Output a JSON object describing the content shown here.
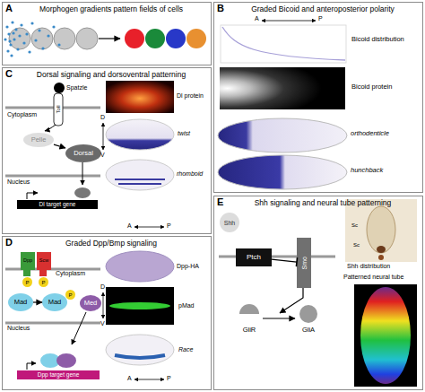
{
  "diagram": {
    "nodes": [
      {
        "text": [
          "A",
          "Morphogen gradients pattern fields of cells"
        ]
      },
      {
        "text": [
          "B",
          "Graded Bicoid and anteroposterior polarity"
        ]
      },
      {
        "text": [
          "C",
          "Dorsal signaling and dorsoventral patterning"
        ]
      },
      {
        "text": [
          "Spatzle"
        ],
        "in": 2
      },
      {
        "text": [
          "Pelle"
        ],
        "in": 2
      },
      {
        "text": [
          "Dorsal"
        ],
        "in": 2
      },
      {
        "text": [
          "Dl target gene"
        ],
        "in": 2
      },
      {
        "text": [
          "D",
          "Graded Dpp/Bmp signaling"
        ]
      },
      {
        "text": [
          "Dpp"
        ],
        "in": 7
      },
      {
        "text": [
          "Scw"
        ],
        "in": 7
      },
      {
        "text": [
          "P"
        ],
        "in": 7
      },
      {
        "text": [
          "P"
        ],
        "in": 7
      },
      {
        "text": [
          "Mad"
        ],
        "in": 7
      },
      {
        "text": [
          "Mad"
        ],
        "in": 7
      },
      {
        "text": [
          "P"
        ],
        "in": 7
      },
      {
        "text": [
          "Med"
        ],
        "in": 7
      },
      {
        "text": [
          "Dpp target gene"
        ],
        "in": 7
      },
      {
        "text": [
          "E",
          "Shh signaling and neural tube patterning"
        ]
      },
      {
        "text": [
          "Shh"
        ],
        "in": 17
      },
      {
        "text": [
          "Ptch"
        ],
        "in": 17
      },
      {
        "text": [
          "Smo"
        ],
        "in": 17
      },
      {
        "text": [
          "GliR"
        ],
        "in": 17
      },
      {
        "text": [
          "GliA"
        ],
        "in": 17
      }
    ],
    "edges": [
      {
        "from": 4,
        "to": 5,
        "arrow": "to"
      },
      {
        "from": 12,
        "to": 13,
        "arrow": "to"
      },
      {
        "from": 19,
        "to": 20,
        "arrow": "none"
      },
      {
        "from": 21,
        "to": 22,
        "arrow": "to"
      }
    ],
    "labels": [
      "A",
      "P",
      "Bicoid distribution",
      "Bicoid protein",
      "orthodenticle",
      "hunchback",
      "Toll",
      "Cytoplasm",
      "Nucleus",
      "Dl protein",
      "twist",
      "rhomboid",
      "D",
      "V",
      "A",
      "P",
      "Cytoplasm",
      "Nucleus",
      "Dpp-HA",
      "pMad",
      "Race",
      "D",
      "V",
      "A",
      "P",
      "Shh distribution",
      "Sc",
      "Sc",
      "Patterned neural tube"
    ]
  }
}
